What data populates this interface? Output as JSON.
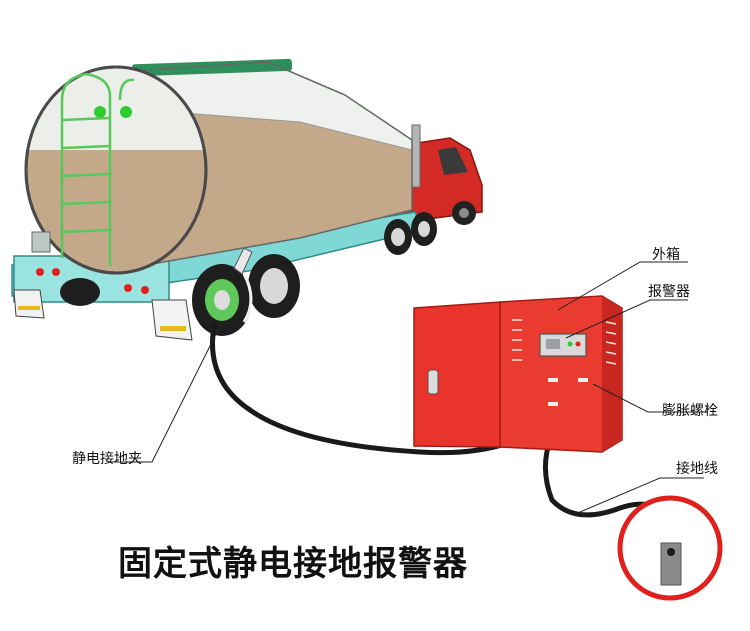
{
  "caption": "固定式静电接地报警器",
  "labels": {
    "outer_box": "外箱",
    "alarm": "报警器",
    "expansion_bolt": "膨胀螺栓",
    "ground_wire": "接地线",
    "static_clamp": "静电接地夹"
  },
  "colors": {
    "cabinet_red": "#e8342a",
    "tank_white": "#e9edea",
    "tank_fill": "#c3a98a",
    "trailer_teal": "#7fd8d6",
    "ladder_green": "#58c85c",
    "cab_red": "#d42a25",
    "alert_circle": "#e0201c",
    "cable": "#1a1a1a"
  }
}
